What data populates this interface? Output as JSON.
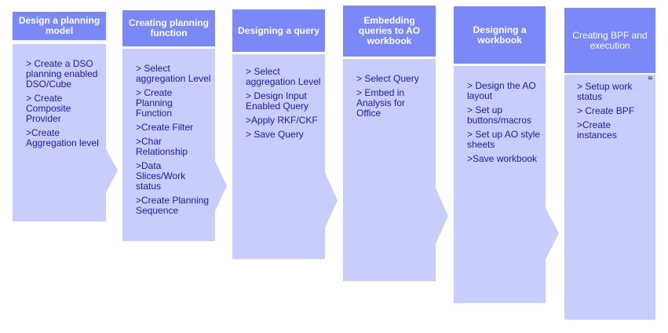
{
  "steps": [
    {
      "title": "Design a planning model",
      "items": [
        "> Create a DSO planning enabled DSO/Cube",
        "> Create Composite Provider",
        ">Create Aggregation level"
      ]
    },
    {
      "title": "Creating planning function",
      "items": [
        "> Select aggregation Level",
        "> Create Planning Function",
        ">Create Filter",
        ">Char Relationship",
        ">Data Slices/Work status",
        ">Create Planning Sequence"
      ]
    },
    {
      "title": "Designing a query",
      "items": [
        "> Select aggregation Level",
        "> Design Input Enabled Query",
        ">Apply RKF/CKF",
        "> Save Query"
      ]
    },
    {
      "title": "Embedding queries to AO workbook",
      "items": [
        "> Select Query",
        "> Embed in Analysis for Office"
      ]
    },
    {
      "title": "Designing a workbook",
      "items": [
        "> Design the AO layout",
        "> Set up buttons/macros",
        "> Set up AO style sheets",
        ">Save workbook"
      ]
    },
    {
      "title": "Creating BPF and execution",
      "items": [
        "> Setup work status",
        "> Create BPF",
        ">Create instances"
      ]
    }
  ],
  "colors": {
    "header": "#7b88f7",
    "body": "#c9cdfb",
    "text": "#1c1ca8"
  }
}
